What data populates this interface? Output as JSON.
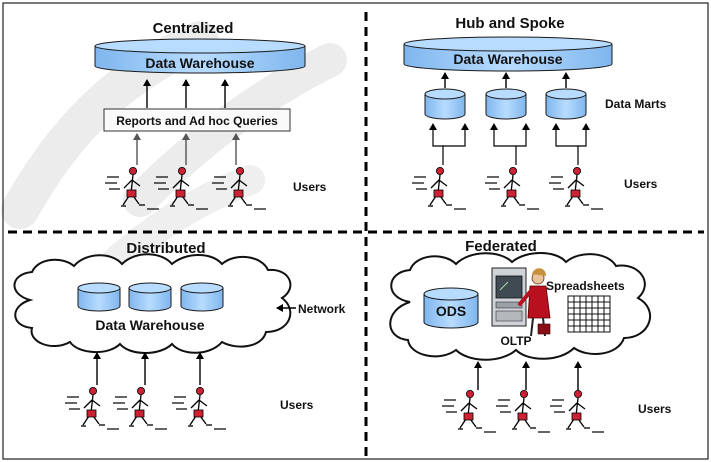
{
  "quadrants": {
    "centralized": {
      "title": "Centralized",
      "warehouse_label": "Data Warehouse",
      "queries_label": "Reports and Ad hoc Queries",
      "users_label": "Users"
    },
    "hub_spoke": {
      "title": "Hub and Spoke",
      "warehouse_label": "Data Warehouse",
      "marts_label": "Data Marts",
      "users_label": "Users"
    },
    "distributed": {
      "title": "Distributed",
      "warehouse_label": "Data Warehouse",
      "network_label": "Network",
      "users_label": "Users"
    },
    "federated": {
      "title": "Federated",
      "ods_label": "ODS",
      "spreadsheets_label": "Spreadsheets",
      "oltp_label": "OLTP",
      "users_label": "Users"
    }
  },
  "colors": {
    "cylinder_fill": "#99ccff",
    "cylinder_stroke": "#1a1a1a",
    "arrow": "#000000",
    "user_red": "#cc2233",
    "watermark": "#ebebeb"
  }
}
